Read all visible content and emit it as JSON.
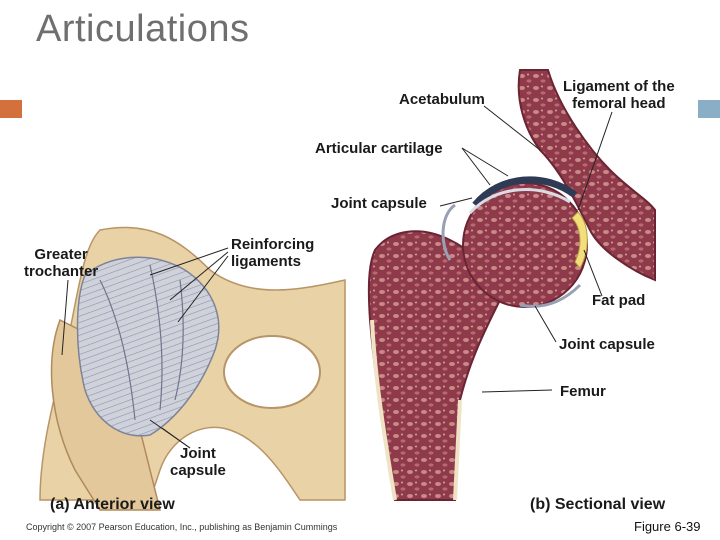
{
  "slide": {
    "title": "Articulations",
    "copyright": "Copyright © 2007 Pearson Education, Inc., publishing as Benjamin Cummings",
    "figure_number": "Figure 6-39"
  },
  "anterior_view": {
    "caption": "(a) Anterior view",
    "labels": {
      "greater_trochanter": "Greater\ntrochanter",
      "reinforcing_ligaments": "Reinforcing\nligaments",
      "joint_capsule": "Joint\ncapsule"
    }
  },
  "sectional_view": {
    "caption": "(b) Sectional view",
    "labels": {
      "acetabulum": "Acetabulum",
      "ligament_femoral_head": "Ligament of the\nfemoral head",
      "articular_cartilage": "Articular cartilage",
      "joint_capsule_top": "Joint capsule",
      "fat_pad": "Fat pad",
      "joint_capsule_bottom": "Joint capsule",
      "femur": "Femur"
    }
  },
  "colors": {
    "accent_orange": "#d4703c",
    "accent_blue": "#8aaec6",
    "bone": "#e8d2a6",
    "marrow": "#8e3a4a",
    "ligament": "#c9ccd6"
  }
}
